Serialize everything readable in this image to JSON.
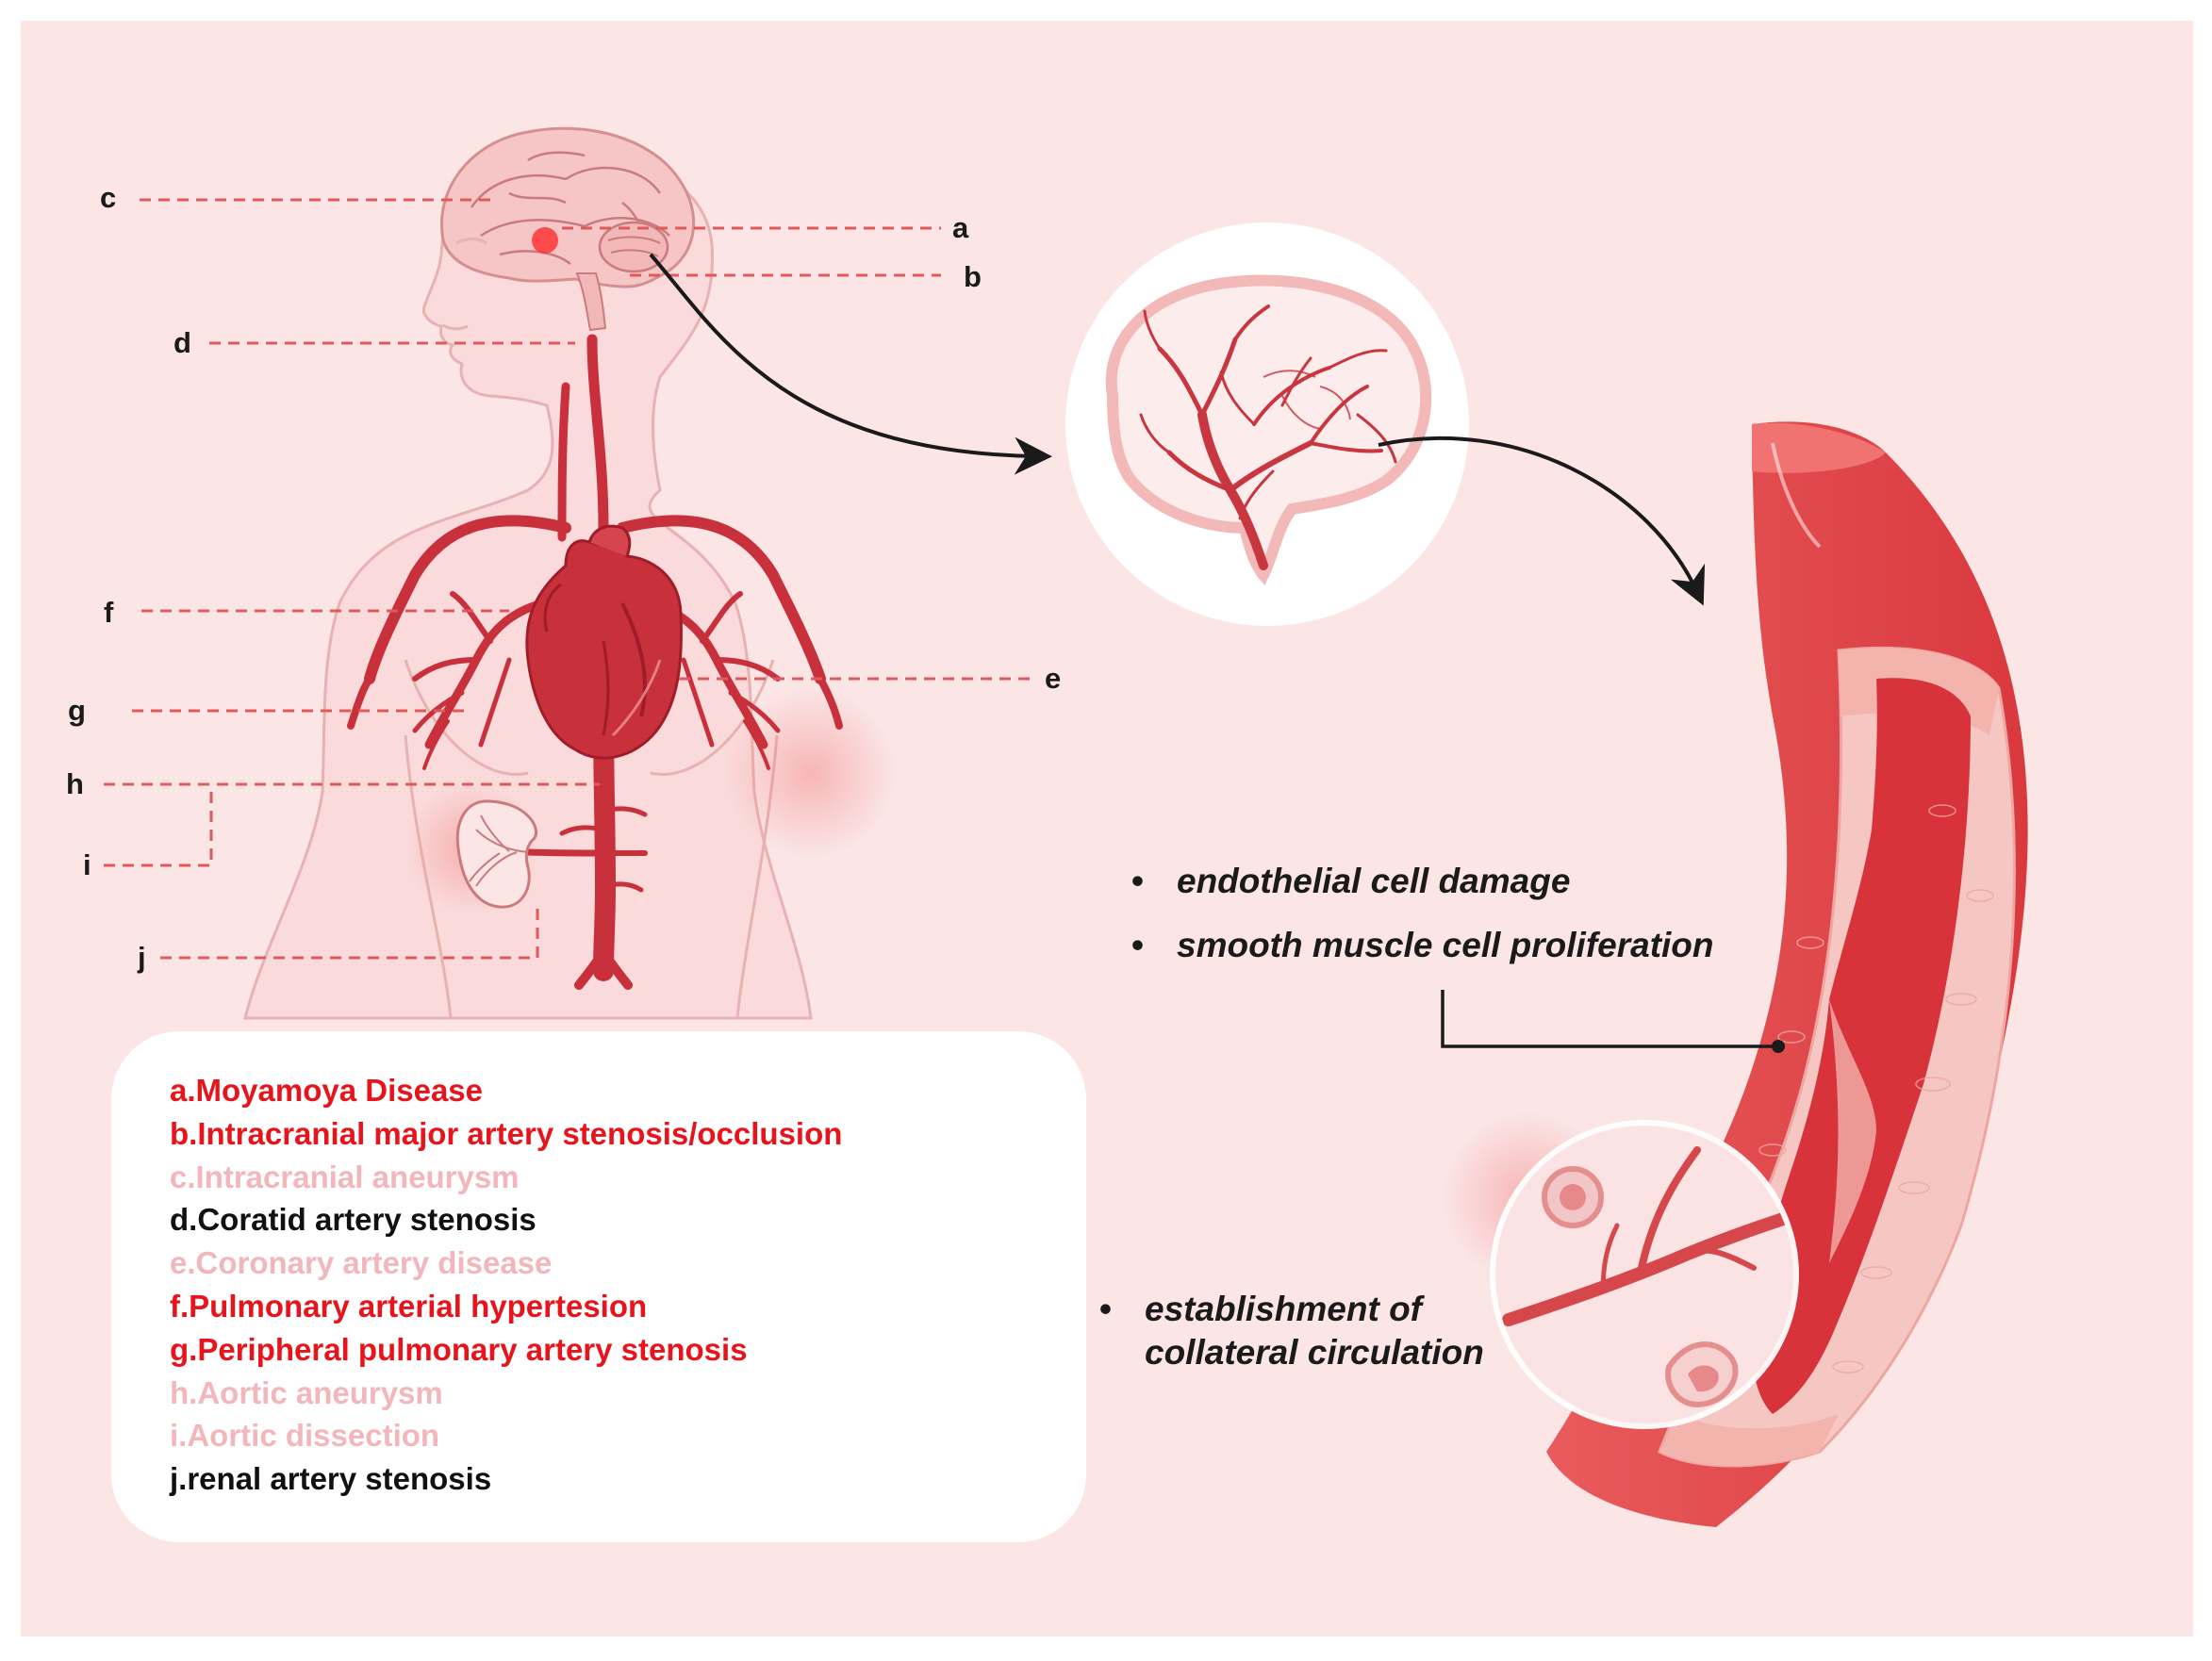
{
  "figure": {
    "palette": {
      "panel_bg": "#fbe5e5",
      "artery": "#c8303b",
      "artery_dark": "#9e1d28",
      "outline": "#e6a7a7",
      "dashed_line": "#e0595c",
      "vessel_outer": "#e8585a",
      "vessel_lumen": "#d8323a",
      "vessel_wall": "#f6c7c2"
    },
    "markers": [
      {
        "key": "a",
        "label": "a"
      },
      {
        "key": "b",
        "label": "b"
      },
      {
        "key": "c",
        "label": "c"
      },
      {
        "key": "d",
        "label": "d"
      },
      {
        "key": "e",
        "label": "e"
      },
      {
        "key": "f",
        "label": "f"
      },
      {
        "key": "g",
        "label": "g"
      },
      {
        "key": "h",
        "label": "h"
      },
      {
        "key": "i",
        "label": "i"
      },
      {
        "key": "j",
        "label": "j"
      }
    ],
    "legend": [
      {
        "text": "a.Moyamoya Disease",
        "color": "#e8141c"
      },
      {
        "text": "b.Intracranial major artery stenosis/occlusion",
        "color": "#e8141c"
      },
      {
        "text": "c.Intracranial aneurysm",
        "color": "#f2b6bb"
      },
      {
        "text": "d.Coratid artery stenosis",
        "color": "#111111"
      },
      {
        "text": "e.Coronary artery disease",
        "color": "#f2b6bb"
      },
      {
        "text": "f.Pulmonary arterial hypertesion",
        "color": "#e8141c"
      },
      {
        "text": "g.Peripheral pulmonary artery stenosis",
        "color": "#e8141c"
      },
      {
        "text": "h.Aortic aneurysm",
        "color": "#f2b6bb"
      },
      {
        "text": "i.Aortic dissection",
        "color": "#f2b6bb"
      },
      {
        "text": "j.renal artery stenosis",
        "color": "#111111"
      }
    ],
    "bullets_top": {
      "symbol": "•",
      "items": [
        "endothelial cell damage",
        "smooth muscle cell proliferation"
      ]
    },
    "bullet_bottom": {
      "symbol": "•",
      "line1": "establishment of",
      "line2": "collateral circulation"
    },
    "illustrations": [
      "human-body-silhouette",
      "brain",
      "heart",
      "aorta",
      "kidney",
      "brain-vessel-magnifier",
      "artery-cross-section",
      "collateral-vessel-magnifier"
    ]
  }
}
